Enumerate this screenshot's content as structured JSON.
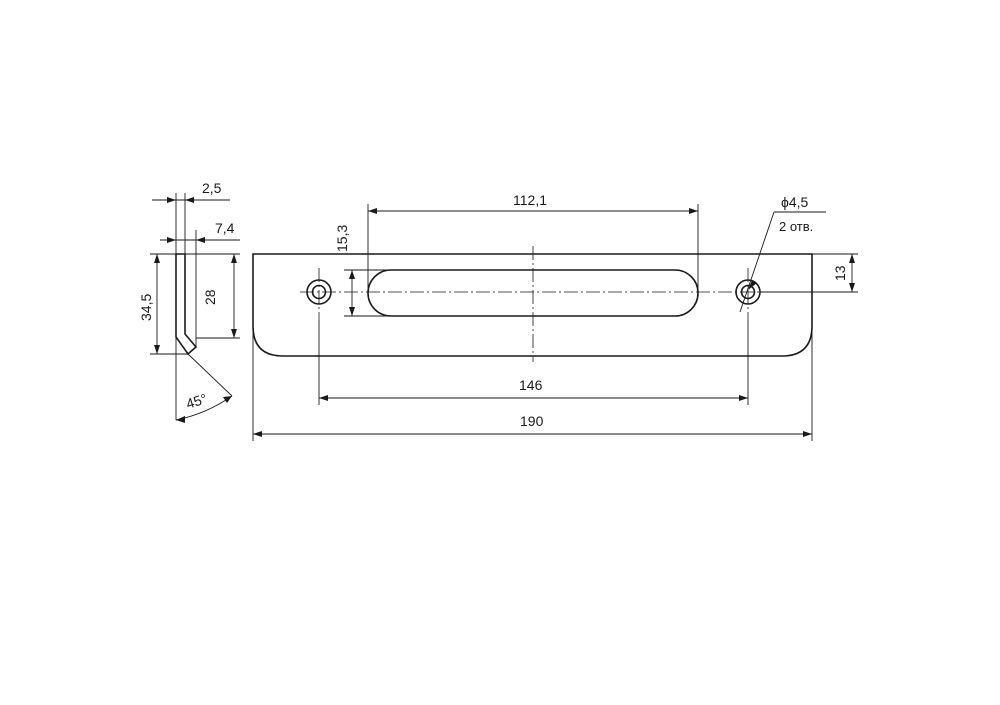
{
  "dimensions": {
    "thickness": "2,5",
    "flange_offset": "7,4",
    "total_height": "34,5",
    "inner_height": "28",
    "bend_angle": "45°",
    "slot_length": "112,1",
    "slot_width": "15,3",
    "hole_diameter": "ϕ4,5",
    "hole_count": "2 отв.",
    "edge_to_center": "13",
    "hole_spacing": "146",
    "overall_length": "190"
  }
}
